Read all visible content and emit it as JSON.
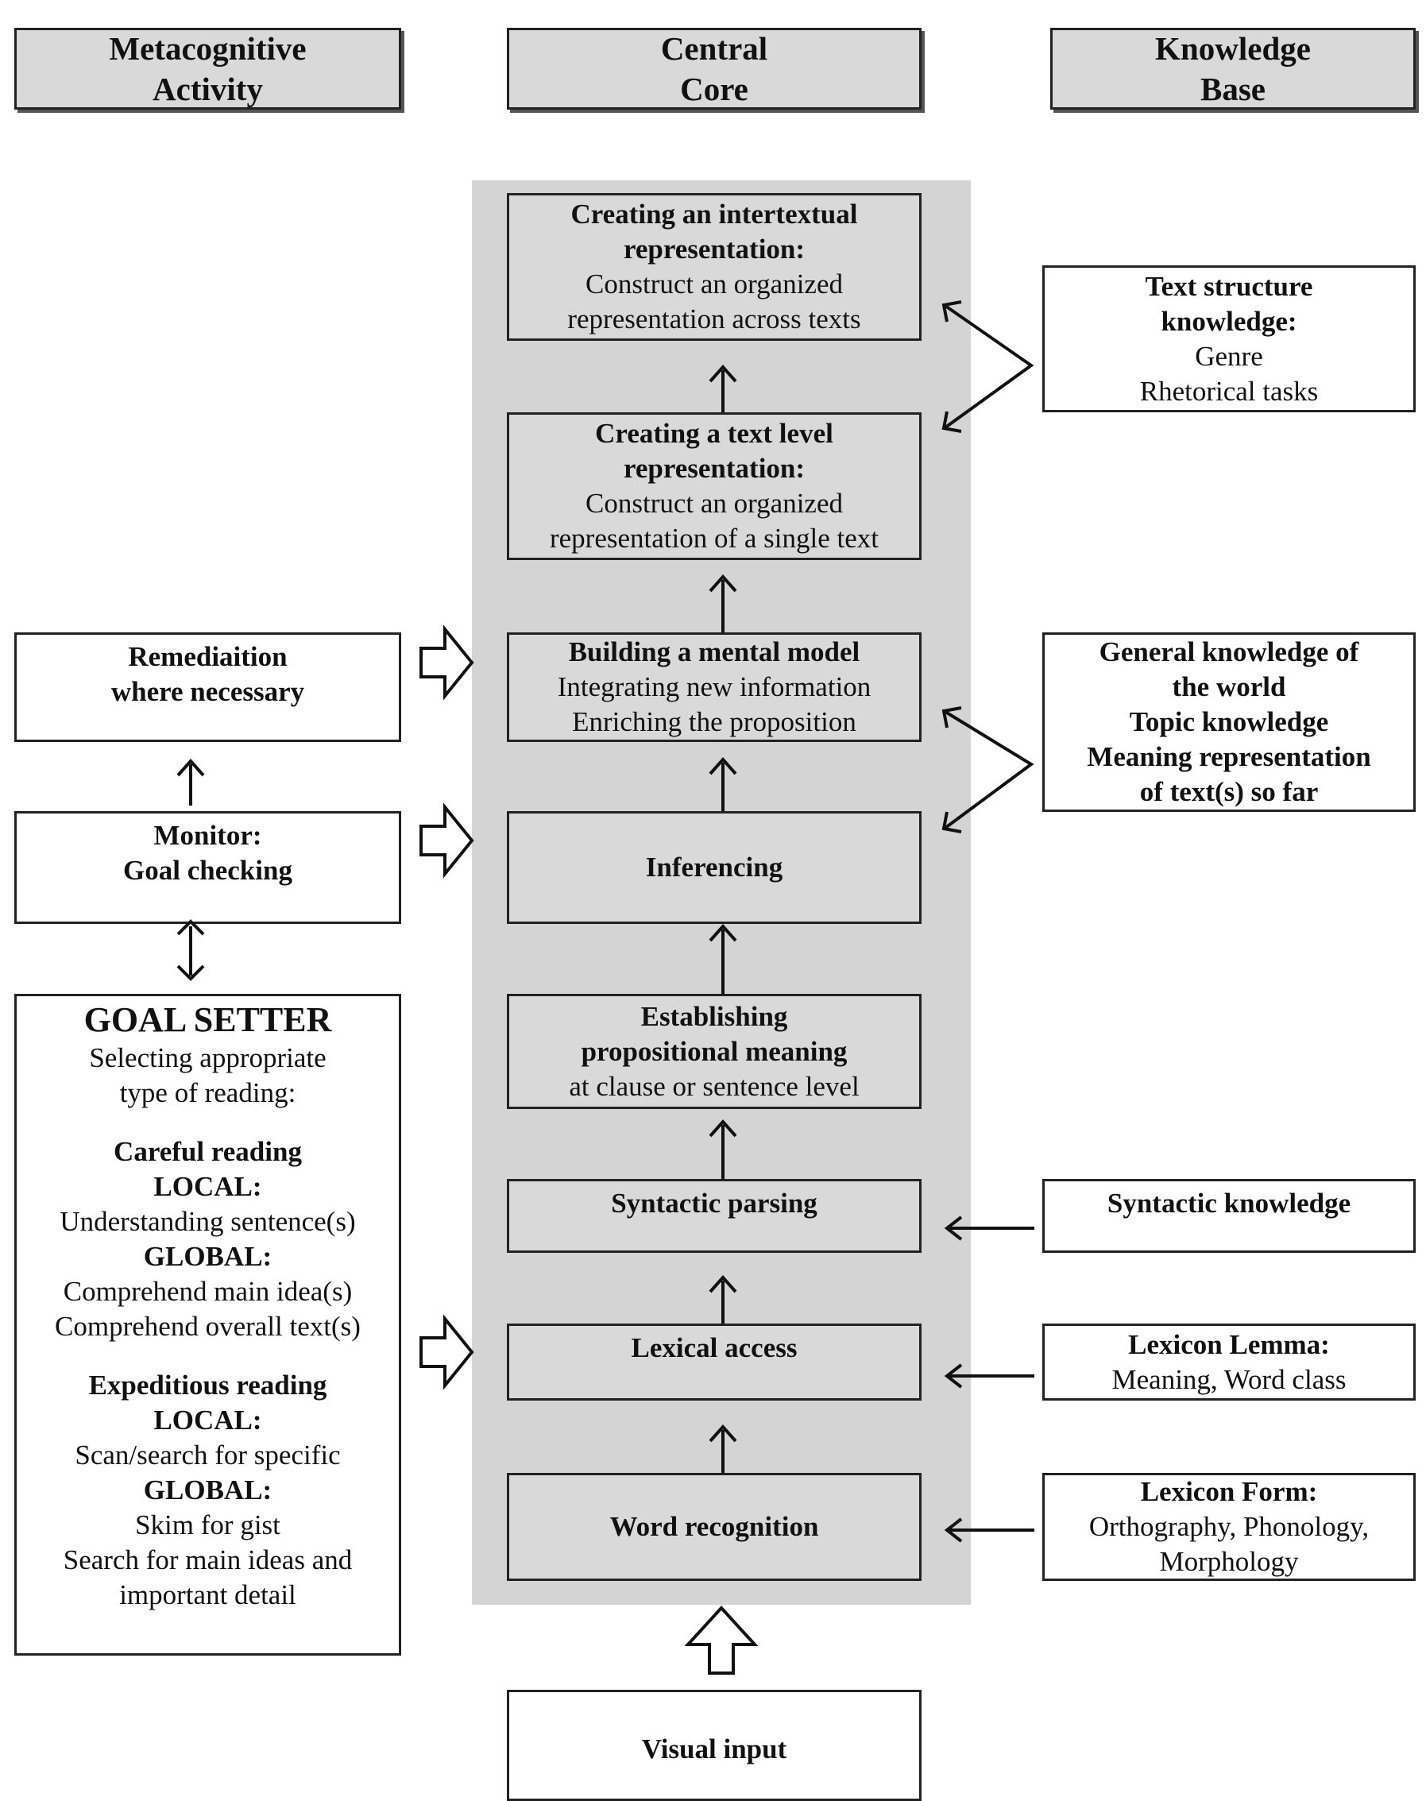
{
  "headers": {
    "metacognitive": [
      "Metacognitive",
      "Activity"
    ],
    "central": [
      "Central",
      "Core"
    ],
    "knowledge": [
      "Knowledge",
      "Base"
    ]
  },
  "core": {
    "intertextual": {
      "title": [
        "Creating an intertextual",
        "representation:"
      ],
      "body": [
        "Construct an organized",
        "representation across texts"
      ]
    },
    "text_level": {
      "title": [
        "Creating a text level",
        "representation:"
      ],
      "body": [
        "Construct an organized",
        "representation of a single text"
      ]
    },
    "mental_model": {
      "title": "Building a mental model",
      "body": [
        "Integrating new information",
        "Enriching the proposition"
      ]
    },
    "inferencing": "Inferencing",
    "propositional": {
      "title": [
        "Establishing",
        "propositional meaning"
      ],
      "body": "at clause or sentence level"
    },
    "syntactic": "Syntactic parsing",
    "lexical": "Lexical access",
    "word_recognition": "Word recognition",
    "visual_input": "Visual input"
  },
  "knowledge": {
    "text_structure": {
      "title": [
        "Text structure",
        "knowledge:"
      ],
      "body": [
        "Genre",
        "Rhetorical tasks"
      ]
    },
    "general": [
      "General knowledge of",
      "the world",
      "Topic knowledge",
      "Meaning representation",
      "of text(s) so far"
    ],
    "syntactic": "Syntactic knowledge",
    "lemma": {
      "title": "Lexicon Lemma:",
      "body": "Meaning, Word class"
    },
    "form": {
      "title": "Lexicon Form:",
      "body": [
        "Orthography, Phonology,",
        "Morphology"
      ]
    }
  },
  "metacognitive": {
    "remediation": [
      "Remediaition",
      "where necessary"
    ],
    "monitor": [
      "Monitor:",
      "Goal checking"
    ],
    "goal_setter": {
      "title": "GOAL SETTER",
      "intro": [
        "Selecting appropriate",
        "type of reading:"
      ],
      "careful": "Careful reading",
      "careful_local": "LOCAL:",
      "careful_local_item": "Understanding sentence(s)",
      "careful_global": "GLOBAL:",
      "careful_global_items": [
        "Comprehend main idea(s)",
        "Comprehend overall text(s)"
      ],
      "expeditious": "Expeditious reading",
      "exp_local": "LOCAL:",
      "exp_local_item": "Scan/search for specific",
      "exp_global": "GLOBAL:",
      "exp_global_items": [
        "Skim for gist",
        "Search for main ideas and",
        "important detail"
      ]
    }
  }
}
